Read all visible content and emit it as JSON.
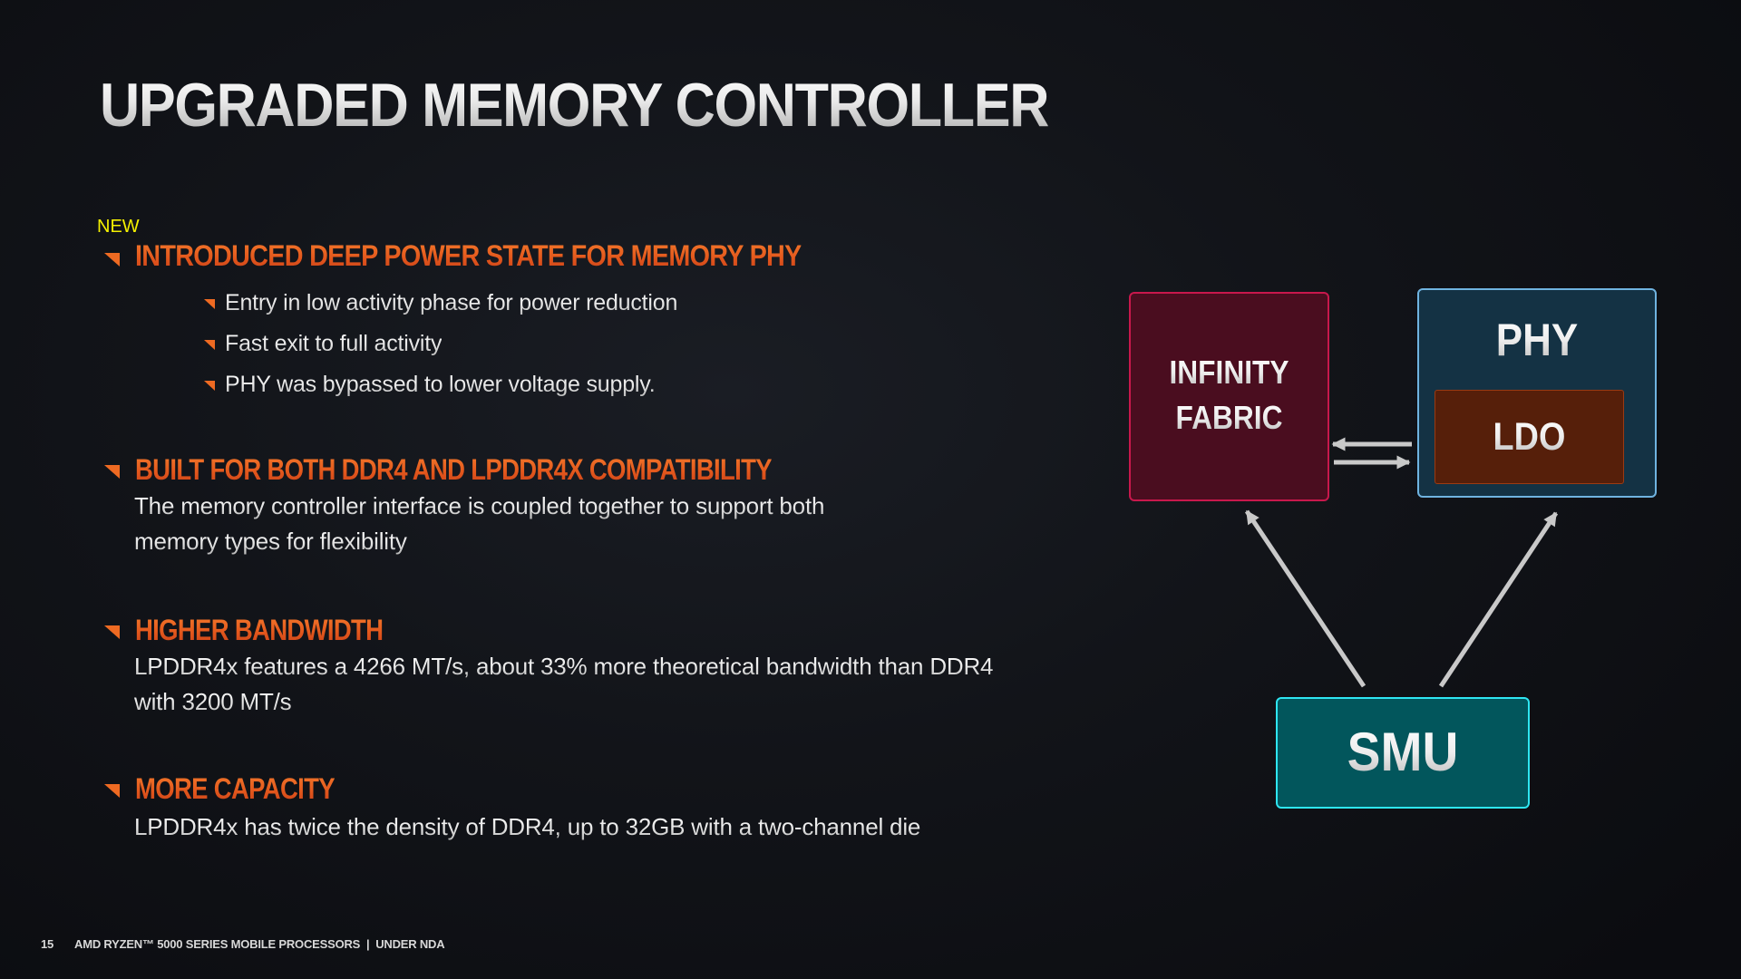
{
  "slide": {
    "title": "UPGRADED MEMORY CONTROLLER",
    "new_tag": "NEW",
    "sections": [
      {
        "heading": "INTRODUCED DEEP POWER STATE FOR MEMORY PHY",
        "bullets": [
          "Entry in low activity phase for power reduction",
          "Fast exit to full activity",
          "PHY was bypassed to lower voltage supply."
        ]
      },
      {
        "heading": "BUILT FOR BOTH DDR4 AND LPDDR4X COMPATIBILITY",
        "body_lines": [
          "The memory controller interface is coupled together to support both",
          "memory types for flexibility"
        ]
      },
      {
        "heading": "HIGHER BANDWIDTH",
        "body_lines": [
          "LPDDR4x features a 4266 MT/s, about 33% more theoretical bandwidth than DDR4",
          "with 3200 MT/s"
        ]
      },
      {
        "heading": "MORE CAPACITY",
        "body_lines": [
          "LPDDR4x has twice the density of DDR4, up to 32GB with a two-channel die"
        ]
      }
    ],
    "footer": {
      "page_number": "15",
      "text": "AMD RYZEN™ 5000 SERIES MOBILE PROCESSORS  |  UNDER NDA"
    }
  },
  "diagram": {
    "blocks": {
      "infinity_fabric": {
        "line1": "INFINITY",
        "line2": "FABRIC",
        "fill": "#4a0d1f",
        "border": "#c8184c"
      },
      "phy": {
        "label": "PHY",
        "fill": "#143244",
        "border": "#6fb3e0"
      },
      "ldo": {
        "label": "LDO",
        "fill": "#561f0a",
        "border": "#9b3a12"
      },
      "smu": {
        "label": "SMU",
        "fill": "#02565c",
        "border": "#2ee6f2"
      }
    },
    "connections": [
      {
        "from": "phy",
        "to": "infinity_fabric"
      },
      {
        "from": "infinity_fabric",
        "to": "phy"
      },
      {
        "from": "smu",
        "to": "infinity_fabric"
      },
      {
        "from": "smu",
        "to": "phy"
      }
    ],
    "arrow_color": "#c9c9c9"
  },
  "colors": {
    "accent_orange": "#e85a1e",
    "new_tag_yellow": "#f4f000",
    "background": "#121419"
  }
}
